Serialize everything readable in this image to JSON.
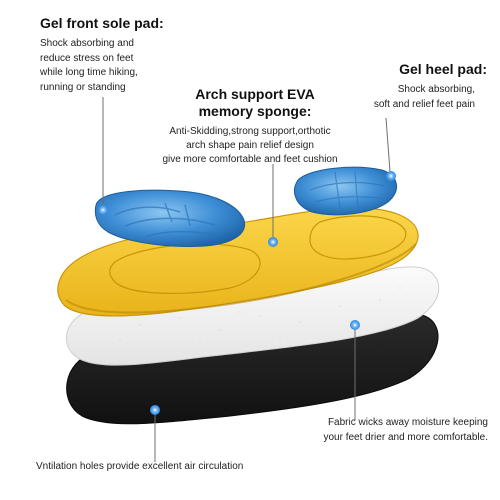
{
  "gel_front": {
    "heading": "Gel front sole pad:",
    "lines": [
      "Shock absorbing and",
      "reduce stress on feet",
      "while long time hiking,",
      "running or standing"
    ]
  },
  "arch_support": {
    "heading_lines": [
      "Arch support EVA",
      "memory sponge:"
    ],
    "lines": [
      "Anti-Skidding,strong support,orthotic",
      "arch shape pain relief design",
      "give more comfortable and feet cushion"
    ]
  },
  "gel_heel": {
    "heading": "Gel heel pad:",
    "lines": [
      "Shock absorbing,",
      "soft and relief feet pain"
    ]
  },
  "fabric": {
    "lines": [
      "Fabric wicks away moisture keeping",
      "your feet drier and more comfortable."
    ]
  },
  "ventilation": {
    "text": "Vntilation holes provide excellent air circulation"
  },
  "colors": {
    "gel_blue": "#3f8fd6",
    "eva_yellow": "#f5c52b",
    "fabric_white": "#f2f2f2",
    "base_black": "#1b1b1b",
    "marker_blue": "#2a86e0",
    "leader_line": "#6f6f6f"
  }
}
